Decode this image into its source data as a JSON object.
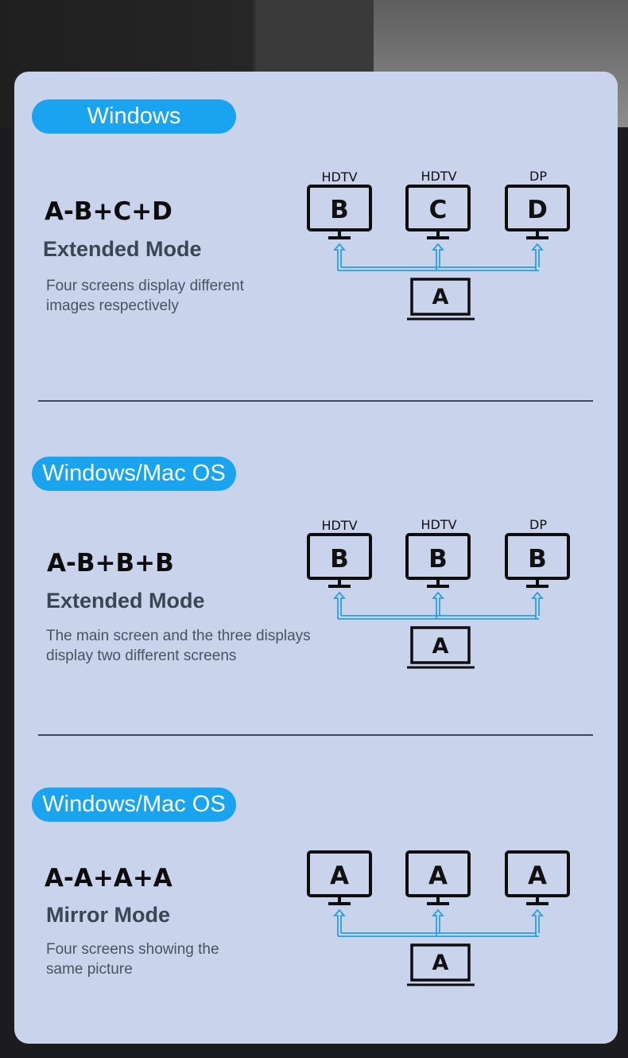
{
  "sections": [
    {
      "os_label": "Windows",
      "formula": "A-B+C+D",
      "mode": "Extended Mode",
      "description": "Four screens display different images respectively",
      "ports": [
        "HDTV",
        "HDTV",
        "DP"
      ],
      "monitors": [
        "B",
        "C",
        "D"
      ],
      "laptop": "A"
    },
    {
      "os_label": "Windows/Mac OS",
      "formula": "A-B+B+B",
      "mode": "Extended Mode",
      "description": "The main screen and the three displays display two different screens",
      "ports": [
        "HDTV",
        "HDTV",
        "DP"
      ],
      "monitors": [
        "B",
        "B",
        "B"
      ],
      "laptop": "A"
    },
    {
      "os_label": "Windows/Mac OS",
      "formula": "A-A+A+A",
      "mode": "Mirror Mode",
      "description": "Four screens showing the same picture",
      "ports": [],
      "monitors": [
        "A",
        "A",
        "A"
      ],
      "laptop": "A"
    }
  ],
  "icons": {
    "monitor": "monitor-icon",
    "laptop": "laptop-icon",
    "arrow": "arrow-up-icon"
  },
  "colors": {
    "pill": "#1aa3ee",
    "card": "#c9d3ec",
    "arrow": "#2a9fd9"
  }
}
